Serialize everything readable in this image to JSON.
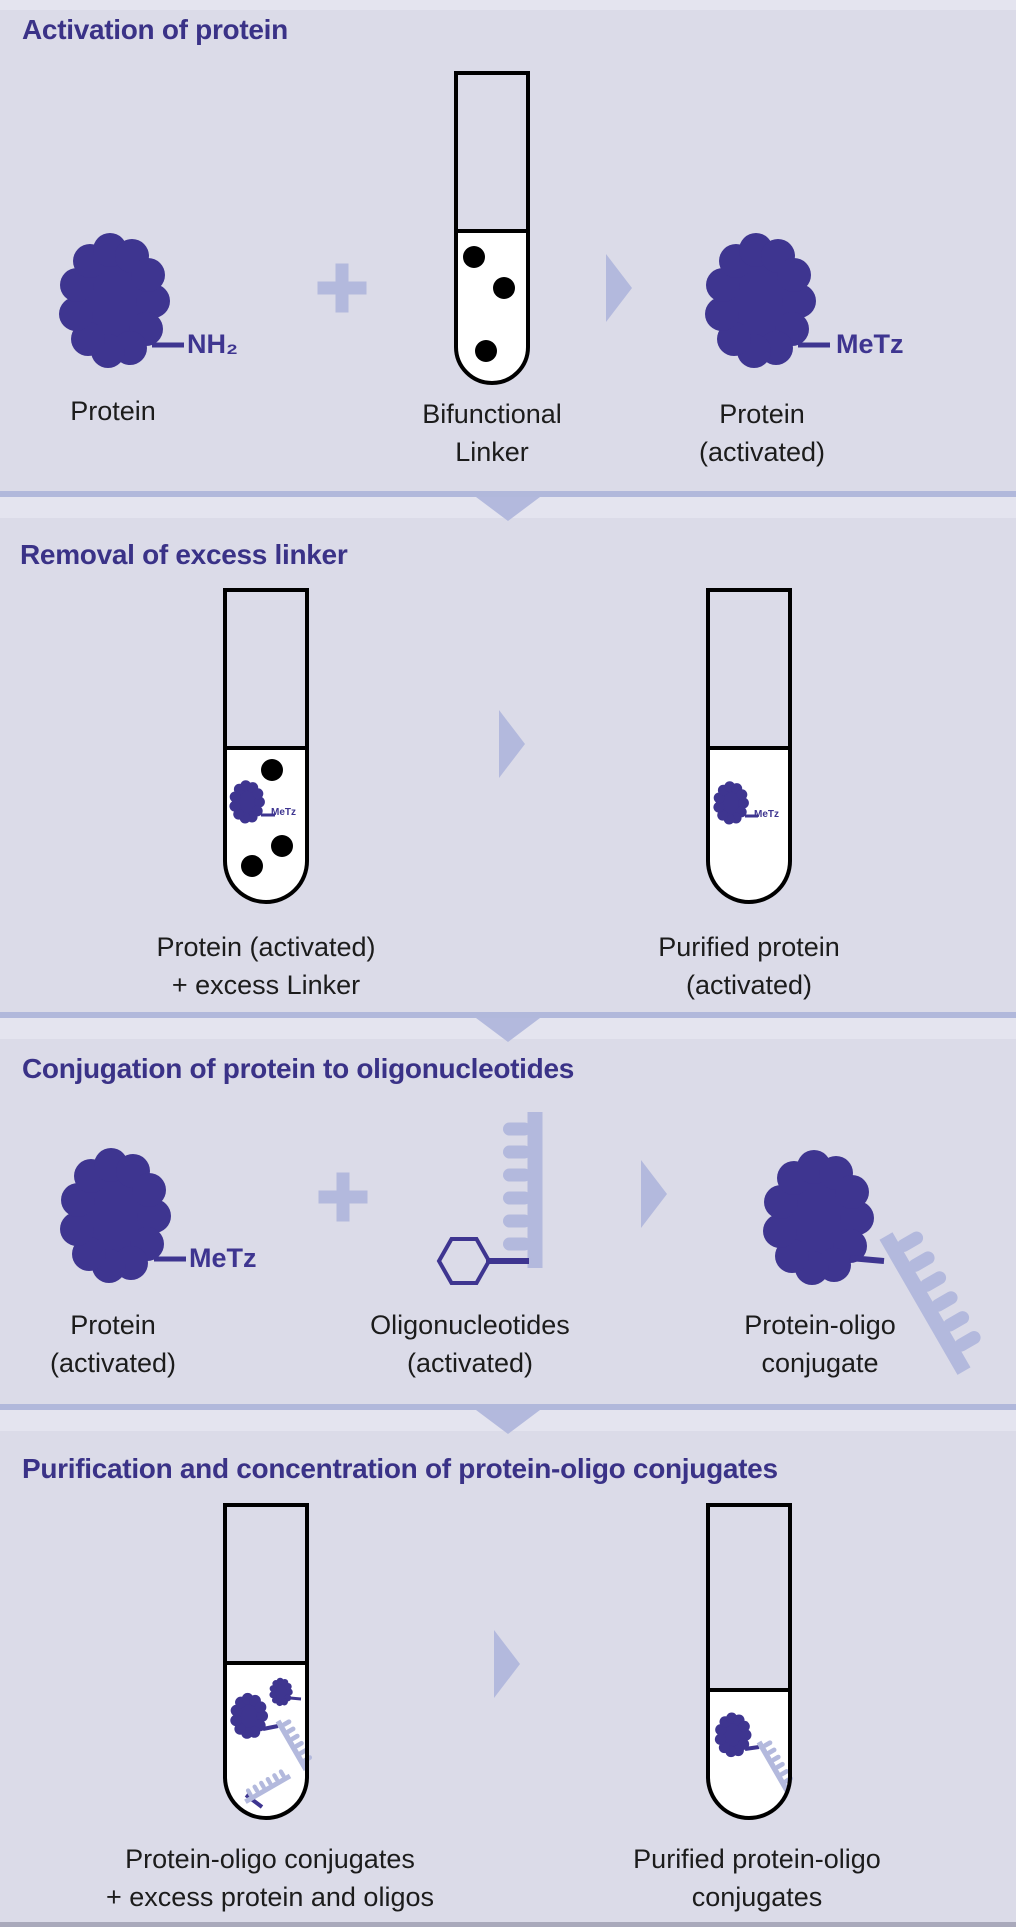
{
  "diagram_title": "Protein-oligonucleotide conjugation workflow",
  "colors": {
    "background": "#dbdbe8",
    "section_highlight": "#e4e4ef",
    "divider_band": "#b1b8db",
    "footer_bar": "#a9a9bb",
    "indigo_shape": "#3e3590",
    "heading_text": "#3a3287",
    "periwinkle_accent": "#b3b9dd",
    "tube_liquid": "#ffffff",
    "outline_black": "#000000",
    "label_text": "#1c1c1c"
  },
  "icons": {
    "protein": "protein-blob-icon",
    "tube": "test-tube-icon",
    "linker_dot": "linker-dot-icon",
    "plus": "plus-icon",
    "arrow_right": "arrow-right-icon",
    "arrow_down": "arrow-down-icon",
    "oligo": "oligo-comb-icon",
    "hexagon": "hexagon-anchor-icon"
  },
  "sections": [
    {
      "title": "Activation of protein",
      "items": [
        {
          "label": "Protein",
          "tag": "NH₂"
        },
        {
          "label": "Bifunctional\nLinker"
        },
        {
          "label": "Protein\n(activated)",
          "tag": "MeTz"
        }
      ]
    },
    {
      "title": "Removal of excess linker",
      "items": [
        {
          "label": "Protein (activated)\n+ excess Linker",
          "tube_tag": "MeTz"
        },
        {
          "label": "Purified protein\n(activated)",
          "tube_tag": "MeTz"
        }
      ]
    },
    {
      "title": "Conjugation of protein to oligonucleotides",
      "items": [
        {
          "label": "Protein\n(activated)",
          "tag": "MeTz"
        },
        {
          "label": "Oligonucleotides\n(activated)"
        },
        {
          "label": "Protein-oligo\nconjugate"
        }
      ]
    },
    {
      "title": "Purification and concentration of protein-oligo conjugates",
      "items": [
        {
          "label": "Protein-oligo conjugates\n+ excess protein and oligos"
        },
        {
          "label": "Purified protein-oligo\nconjugates"
        }
      ]
    }
  ]
}
